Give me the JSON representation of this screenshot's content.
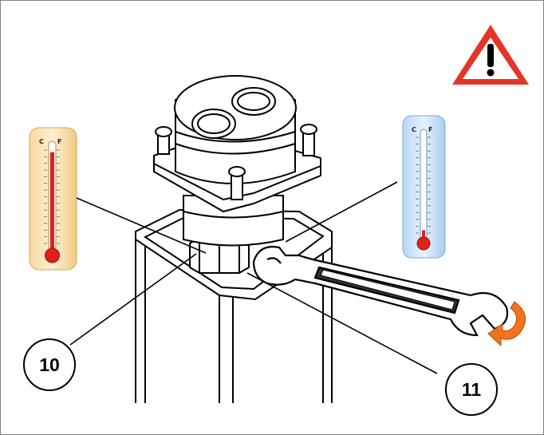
{
  "callouts": {
    "left": {
      "label": "10"
    },
    "right": {
      "label": "11"
    }
  },
  "thermometers": {
    "hot": {
      "celsius_label": "C",
      "fahrenheit_label": "F",
      "color": "#e0201a",
      "level": 0.92
    },
    "cold": {
      "celsius_label": "C",
      "fahrenheit_label": "F",
      "color": "#d8241c",
      "level": 0.1
    }
  },
  "icons": {
    "warning": "warning-triangle-icon",
    "rotate": "clockwise-rotation-arrow-icon"
  },
  "colors": {
    "warning_red": "#e53527",
    "arrow_orange": "#f2731b",
    "frame_border": "#808080"
  }
}
